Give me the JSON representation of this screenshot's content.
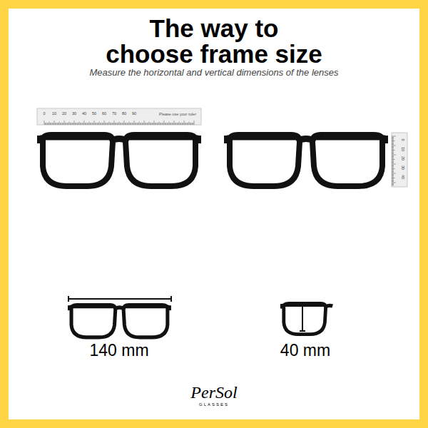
{
  "diagram": {
    "title": "The way to choose frame size",
    "labels": [
      "Measure the horizontal and vertical dimensions of the lenses",
      "Please use your ruler",
      "0",
      "10",
      "20",
      "30",
      "40",
      "50",
      "60",
      "70",
      "80",
      "90",
      "0",
      "10",
      "20",
      "30",
      "40",
      "140 mm",
      "40 mm",
      "PerSol",
      "GLASSES"
    ]
  }
}
